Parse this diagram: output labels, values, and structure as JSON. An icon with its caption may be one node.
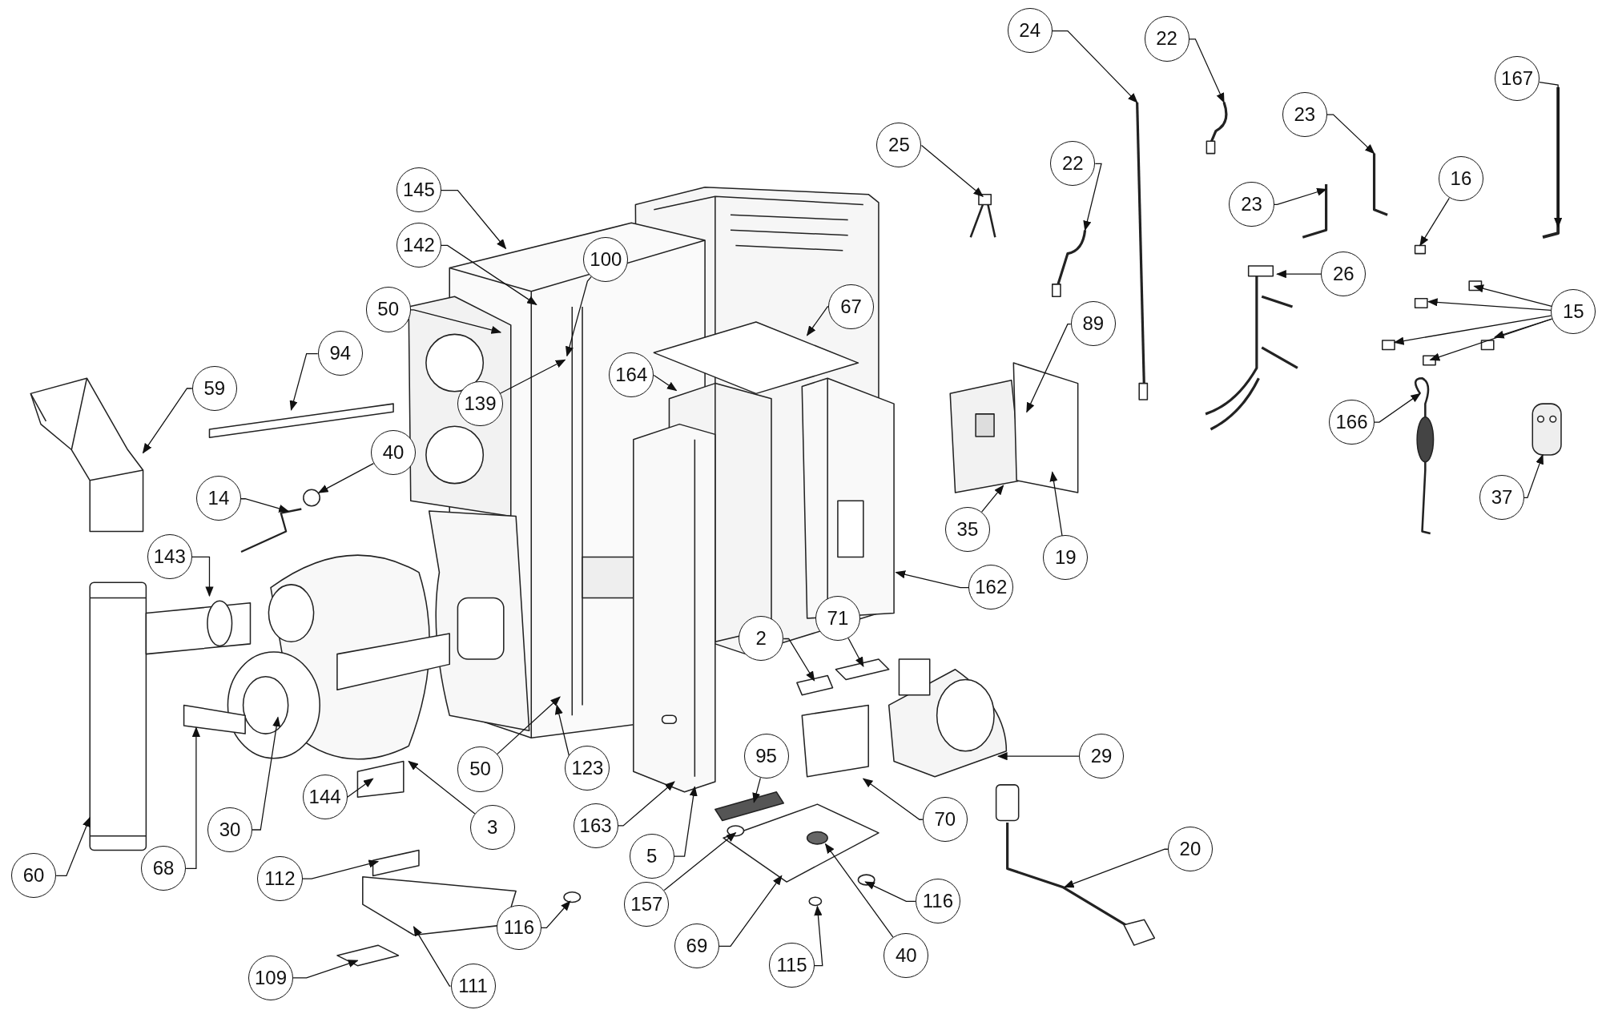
{
  "diagram": {
    "nodes": [
      {
        "text": [
          "24"
        ]
      },
      {
        "text": [
          "22"
        ]
      },
      {
        "text": [
          "167"
        ]
      },
      {
        "text": [
          "23"
        ]
      },
      {
        "text": [
          "25"
        ]
      },
      {
        "text": [
          "22"
        ]
      },
      {
        "text": [
          "16"
        ]
      },
      {
        "text": [
          "145"
        ]
      },
      {
        "text": [
          "23"
        ]
      },
      {
        "text": [
          "142"
        ]
      },
      {
        "text": [
          "26"
        ]
      },
      {
        "text": [
          "100"
        ]
      },
      {
        "text": [
          "67"
        ]
      },
      {
        "text": [
          "50"
        ]
      },
      {
        "text": [
          "15"
        ]
      },
      {
        "text": [
          "89"
        ]
      },
      {
        "text": [
          "94"
        ]
      },
      {
        "text": [
          "164"
        ]
      },
      {
        "text": [
          "59"
        ]
      },
      {
        "text": [
          "139"
        ]
      },
      {
        "text": [
          "166"
        ]
      },
      {
        "text": [
          "40"
        ]
      },
      {
        "text": [
          "37"
        ]
      },
      {
        "text": [
          "14"
        ]
      },
      {
        "text": [
          "35"
        ]
      },
      {
        "text": [
          "143"
        ]
      },
      {
        "text": [
          "19"
        ]
      },
      {
        "text": [
          "162"
        ]
      },
      {
        "text": [
          "71"
        ]
      },
      {
        "text": [
          "2"
        ]
      },
      {
        "text": [
          "95"
        ]
      },
      {
        "text": [
          "29"
        ]
      },
      {
        "text": [
          "50"
        ]
      },
      {
        "text": [
          "123"
        ]
      },
      {
        "text": [
          "144"
        ]
      },
      {
        "text": [
          "70"
        ]
      },
      {
        "text": [
          "163"
        ]
      },
      {
        "text": [
          "30"
        ]
      },
      {
        "text": [
          "3"
        ]
      },
      {
        "text": [
          "20"
        ]
      },
      {
        "text": [
          "5"
        ]
      },
      {
        "text": [
          "68"
        ]
      },
      {
        "text": [
          "60"
        ]
      },
      {
        "text": [
          "112"
        ]
      },
      {
        "text": [
          "116"
        ]
      },
      {
        "text": [
          "157"
        ]
      },
      {
        "text": [
          "116"
        ]
      },
      {
        "text": [
          "115"
        ]
      },
      {
        "text": [
          "69"
        ]
      },
      {
        "text": [
          "40"
        ]
      },
      {
        "text": [
          "109"
        ]
      },
      {
        "text": [
          "111"
        ]
      }
    ],
    "edges": [
      {
        "from": 0,
        "to": null,
        "arrow": "to"
      },
      {
        "from": 1,
        "to": null,
        "arrow": "to"
      },
      {
        "from": 2,
        "to": null,
        "arrow": "to"
      },
      {
        "from": 3,
        "to": null,
        "arrow": "to"
      },
      {
        "from": 4,
        "to": null,
        "arrow": "to"
      },
      {
        "from": 5,
        "to": null,
        "arrow": "to"
      },
      {
        "from": 6,
        "to": null,
        "arrow": "to"
      },
      {
        "from": 7,
        "to": null,
        "arrow": "to"
      },
      {
        "from": 8,
        "to": null,
        "arrow": "to"
      },
      {
        "from": 9,
        "to": null,
        "arrow": "to"
      },
      {
        "from": 10,
        "to": null,
        "arrow": "to"
      },
      {
        "from": 11,
        "to": null,
        "arrow": "to"
      },
      {
        "from": 12,
        "to": null,
        "arrow": "to"
      },
      {
        "from": 13,
        "to": null,
        "arrow": "to"
      },
      {
        "from": 14,
        "to": null,
        "arrow": "to"
      },
      {
        "from": 14,
        "to": null,
        "arrow": "to"
      },
      {
        "from": 14,
        "to": null,
        "arrow": "to"
      },
      {
        "from": 14,
        "to": null,
        "arrow": "to"
      },
      {
        "from": 14,
        "to": null,
        "arrow": "to"
      },
      {
        "from": 15,
        "to": null,
        "arrow": "to"
      },
      {
        "from": 16,
        "to": null,
        "arrow": "to"
      },
      {
        "from": 17,
        "to": null,
        "arrow": "to"
      },
      {
        "from": 18,
        "to": null,
        "arrow": "to"
      },
      {
        "from": 19,
        "to": null,
        "arrow": "to"
      },
      {
        "from": 20,
        "to": null,
        "arrow": "to"
      },
      {
        "from": 21,
        "to": null,
        "arrow": "to"
      },
      {
        "from": 22,
        "to": null,
        "arrow": "to"
      },
      {
        "from": 23,
        "to": null,
        "arrow": "to"
      },
      {
        "from": 24,
        "to": null,
        "arrow": "to"
      },
      {
        "from": 25,
        "to": null,
        "arrow": "to"
      },
      {
        "from": 26,
        "to": null,
        "arrow": "to"
      },
      {
        "from": 27,
        "to": null,
        "arrow": "to"
      },
      {
        "from": 28,
        "to": null,
        "arrow": "to"
      },
      {
        "from": 29,
        "to": null,
        "arrow": "to"
      },
      {
        "from": 30,
        "to": null,
        "arrow": "to"
      },
      {
        "from": 31,
        "to": null,
        "arrow": "to"
      },
      {
        "from": 32,
        "to": null,
        "arrow": "to"
      },
      {
        "from": 33,
        "to": null,
        "arrow": "to"
      },
      {
        "from": 34,
        "to": null,
        "arrow": "to"
      },
      {
        "from": 35,
        "to": null,
        "arrow": "to"
      },
      {
        "from": 36,
        "to": null,
        "arrow": "to"
      },
      {
        "from": 37,
        "to": null,
        "arrow": "to"
      },
      {
        "from": 38,
        "to": null,
        "arrow": "to"
      },
      {
        "from": 39,
        "to": null,
        "arrow": "to"
      },
      {
        "from": 40,
        "to": null,
        "arrow": "to"
      },
      {
        "from": 41,
        "to": null,
        "arrow": "to"
      },
      {
        "from": 42,
        "to": null,
        "arrow": "to"
      },
      {
        "from": 43,
        "to": null,
        "arrow": "to"
      },
      {
        "from": 44,
        "to": null,
        "arrow": "to"
      },
      {
        "from": 45,
        "to": null,
        "arrow": "to"
      },
      {
        "from": 46,
        "to": null,
        "arrow": "to"
      },
      {
        "from": 47,
        "to": null,
        "arrow": "to"
      },
      {
        "from": 48,
        "to": null,
        "arrow": "to"
      },
      {
        "from": 49,
        "to": null,
        "arrow": "to"
      },
      {
        "from": 50,
        "to": null,
        "arrow": "to"
      },
      {
        "from": 51,
        "to": null,
        "arrow": "to"
      }
    ]
  }
}
